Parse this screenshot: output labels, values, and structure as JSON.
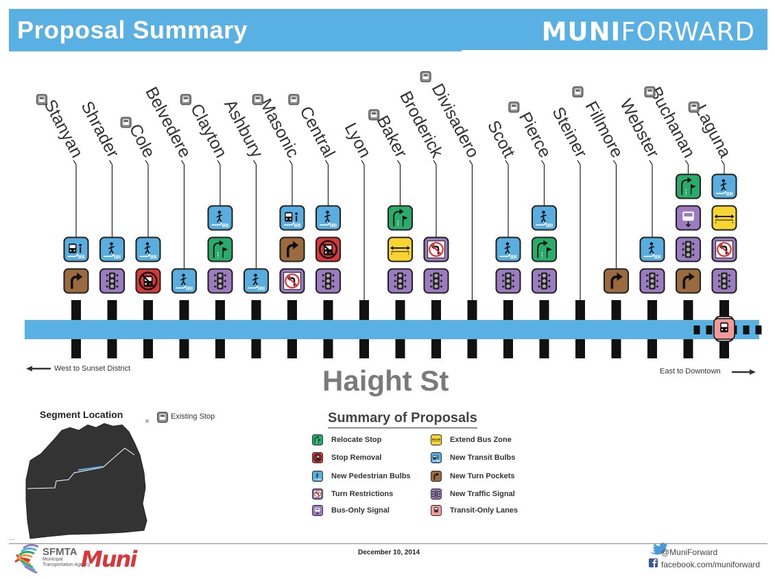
{
  "header": {
    "title": "Proposal Summary",
    "brand_bold": "MUNI",
    "brand_light": "FORWARD"
  },
  "street_name": "Haight St",
  "direction_west": "West to Sunset District",
  "direction_east": "East to Downtown",
  "colors": {
    "relocate_stop": "#2bab6b",
    "stop_removal": "#d9383a",
    "pedestrian_bulbs": "#5aaedf",
    "turn_restrictions": "#9b7cc0",
    "bus_only_signal": "#9b7cc0",
    "extend_bus_zone": "#f6d432",
    "transit_bulbs": "#5aaedf",
    "turn_pockets": "#9b6a3e",
    "traffic_signal": "#9b7cc0",
    "transit_only_lanes": "#f29a9a",
    "street_band": "#59b0e2"
  },
  "stops": [
    {
      "name": "Stanyan",
      "existing_stop": true,
      "icons": [
        "transit_bulbs",
        "turn_pockets"
      ]
    },
    {
      "name": "Shrader",
      "existing_stop": false,
      "icons": [
        "pedestrian_bulbs",
        "traffic_signal"
      ]
    },
    {
      "name": "Cole",
      "existing_stop": true,
      "icons": [
        "pedestrian_bulbs",
        "stop_removal"
      ]
    },
    {
      "name": "Belvedere",
      "existing_stop": false,
      "icons": [
        "pedestrian_bulbs"
      ]
    },
    {
      "name": "Clayton",
      "existing_stop": true,
      "icons": [
        "pedestrian_bulbs",
        "relocate_stop",
        "traffic_signal"
      ]
    },
    {
      "name": "Ashbury",
      "existing_stop": false,
      "icons": [
        "pedestrian_bulbs"
      ]
    },
    {
      "name": "Masonic",
      "existing_stop": true,
      "icons": [
        "transit_bulbs",
        "turn_pockets",
        "turn_restrictions"
      ]
    },
    {
      "name": "Central",
      "existing_stop": true,
      "icons": [
        "pedestrian_bulbs",
        "stop_removal",
        "traffic_signal"
      ]
    },
    {
      "name": "Lyon",
      "existing_stop": false,
      "icons": []
    },
    {
      "name": "Baker",
      "existing_stop": true,
      "icons": [
        "relocate_stop",
        "extend_bus_zone",
        "traffic_signal"
      ]
    },
    {
      "name": "Broderick",
      "existing_stop": false,
      "icons": [
        "turn_restrictions",
        "traffic_signal"
      ]
    },
    {
      "name": "Divisadero",
      "existing_stop": true,
      "icons": []
    },
    {
      "name": "Scott",
      "existing_stop": false,
      "icons": [
        "pedestrian_bulbs",
        "traffic_signal"
      ]
    },
    {
      "name": "Pierce",
      "existing_stop": true,
      "icons": [
        "pedestrian_bulbs",
        "relocate_stop",
        "traffic_signal"
      ]
    },
    {
      "name": "Steiner",
      "existing_stop": false,
      "icons": []
    },
    {
      "name": "Fillmore",
      "existing_stop": true,
      "icons": [
        "turn_pockets"
      ]
    },
    {
      "name": "Webster",
      "existing_stop": false,
      "icons": [
        "pedestrian_bulbs",
        "traffic_signal"
      ]
    },
    {
      "name": "Buchanan",
      "existing_stop": true,
      "icons": [
        "relocate_stop",
        "bus_only_signal",
        "traffic_signal",
        "turn_pockets"
      ]
    },
    {
      "name": "Laguna",
      "existing_stop": true,
      "icons": [
        "pedestrian_bulbs",
        "extend_bus_zone",
        "turn_restrictions",
        "traffic_signal"
      ]
    }
  ],
  "transit_only_lanes_from_stop": "Buchanan",
  "segment_location": {
    "title": "Segment Location",
    "existing_stop_label": "Existing Stop"
  },
  "legend": {
    "title": "Summary of Proposals",
    "items": [
      {
        "key": "relocate_stop",
        "label": "Relocate Stop"
      },
      {
        "key": "stop_removal",
        "label": "Stop Removal"
      },
      {
        "key": "pedestrian_bulbs",
        "label": "New Pedestrian Bulbs"
      },
      {
        "key": "turn_restrictions",
        "label": "Turn Restrictions"
      },
      {
        "key": "bus_only_signal",
        "label": "Bus-Only Signal"
      },
      {
        "key": "extend_bus_zone",
        "label": "Extend Bus Zone"
      },
      {
        "key": "transit_bulbs",
        "label": "New Transit Bulbs"
      },
      {
        "key": "turn_pockets",
        "label": "New Turn Pockets"
      },
      {
        "key": "traffic_signal",
        "label": "New Traffic Signal"
      },
      {
        "key": "transit_only_lanes",
        "label": "Transit-Only Lanes"
      }
    ]
  },
  "footer": {
    "dots": "...",
    "date": "December 10, 2014",
    "sfmta": "SFMTA",
    "sfmta_sub": "Municipal Transportation Agency",
    "muni": "Muni",
    "twitter": "@MuniForward",
    "facebook": "facebook.com/muniforward"
  }
}
